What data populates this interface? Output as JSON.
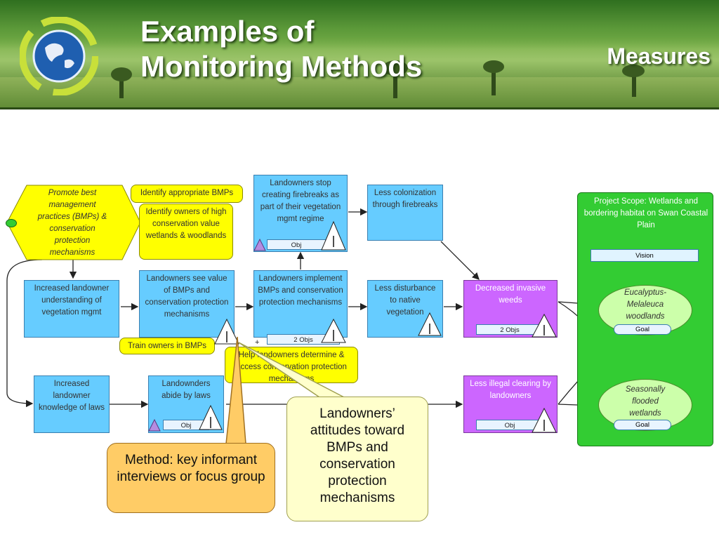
{
  "slide": {
    "title_line1": "Examples of",
    "title_line2": "Monitoring Methods",
    "section": "Measures"
  },
  "diagram": {
    "strategy": "Promote best management practices (BMPs) & conservation protection mechanisms",
    "actions": {
      "identify_bmps": "Identify appropriate BMPs",
      "identify_owners": "Identify owners of high conservation value wetlands & woodlands",
      "train_owners": "Train owners in BMPs",
      "help_landowners": "Help landowners determine & access conservation protection mechanisms"
    },
    "results": {
      "increased_understanding": "Increased landowner understanding of vegetation mgmt",
      "landowners_see_value": "Landowners see value of BMPs and conservation protection mechanisms",
      "landowners_implement": "Landowners implement BMPs and conservation protection mechanisms",
      "stop_firebreaks": "Landowners stop creating firebreaks as part of their vegetation mgmt regime",
      "less_colonization": "Less colonization through firebreaks",
      "less_disturbance": "Less disturbance to native vegetation",
      "increased_knowledge": "Increased landowner knowledge of laws",
      "abide_by_laws": "Landownders abide by laws"
    },
    "threats": {
      "invasive_weeds": "Decreased invasive weeds",
      "illegal_clearing": "Less illegal clearing by landowners"
    },
    "bars": {
      "obj": "Obj",
      "two_objs": "2 Objs",
      "goal": "Goal",
      "vision": "Vision"
    },
    "scope": {
      "title": "Project Scope: Wetlands and bordering habitat on Swan Coastal Plain",
      "target1": "Eucalyptus-Melaleuca woodlands",
      "target2": "Seasonally flooded wetlands"
    },
    "callouts": {
      "method": "Method: key informant interviews or focus group",
      "attitudes": "Landowners’ attitudes toward BMPs and conservation protection mechanisms"
    },
    "colors": {
      "result_blue": "#66ccff",
      "action_yellow": "#ffff00",
      "threat_purple": "#cc66ff",
      "scope_green": "#33cc33",
      "method_orange": "#ffcc66",
      "attitude_yellow": "#ffffcc"
    }
  }
}
